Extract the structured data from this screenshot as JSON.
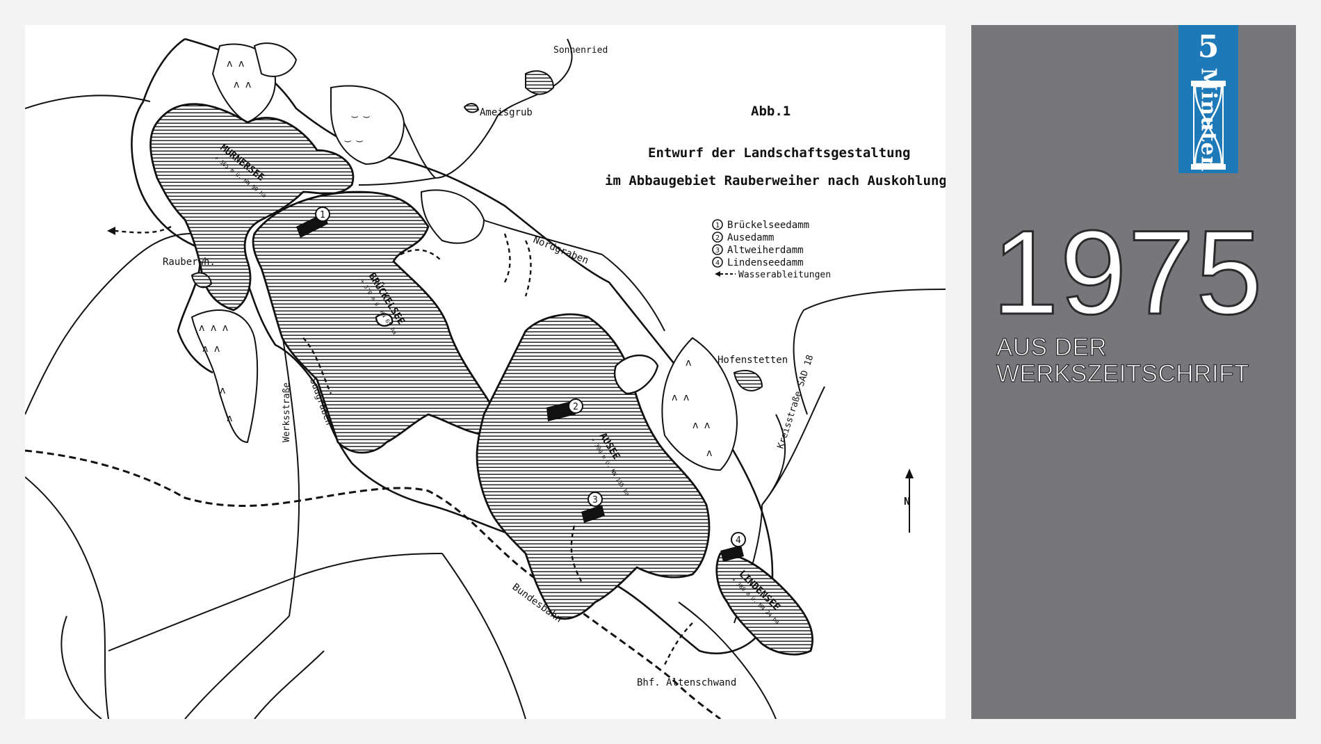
{
  "map": {
    "figure_label": "Abb.1",
    "title_line1": "Entwurf der Landschaftsgestaltung",
    "title_line2": "im Abbaugebiet Rauberweiher nach Auskohlung",
    "legend": [
      {
        "marker": "1",
        "label": "Brückelseedamm"
      },
      {
        "marker": "2",
        "label": "Ausedamm"
      },
      {
        "marker": "3",
        "label": "Altweiherdamm"
      },
      {
        "marker": "4",
        "label": "Lindenseedamm"
      }
    ],
    "legend_arrow_label": "Wasserableitungen",
    "places": {
      "sonnenried": "Sonnenried",
      "ameisgrub": "Ameisgrub",
      "rauberwh": "Rauberwh.",
      "hofenstetten": "Hofenstetten",
      "altenschwand": "Bhf. Altenschwand"
    },
    "routes": {
      "nordgraben": "Nordgraben",
      "suedgraben": "Südgraben",
      "werksstrasse": "Werksstraße",
      "kreisstrasse": "Kreisstraße SAD 18",
      "bundesbahn": "Bundesbahn"
    },
    "lakes": {
      "murnersee": {
        "name": "MURNERSEE",
        "spec": "+ 365 m ü. NN 90 ha"
      },
      "brueckelsee": {
        "name": "BRÜCKELSEE",
        "spec": "+ 370 m ü. NN 65 ha"
      },
      "ausee": {
        "name": "AUSEE",
        "spec": "+ 380 m ü. NN 135 ha"
      },
      "lindensee": {
        "name": "LINDENSEE",
        "spec": "+ 380 m ü. NN 24 ha"
      }
    },
    "dam_markers": [
      "1",
      "2",
      "3",
      "4"
    ],
    "north_label": "N"
  },
  "side": {
    "logo_number": "5",
    "logo_word": "Minuten",
    "year": "1975",
    "subtitle_line1": "AUS DER",
    "subtitle_line2": "WERKSZEITSCHRIFT"
  },
  "colors": {
    "panel_gray": "#77777b",
    "logo_blue": "#1e79b8",
    "page_background": "#f3f3f3"
  }
}
